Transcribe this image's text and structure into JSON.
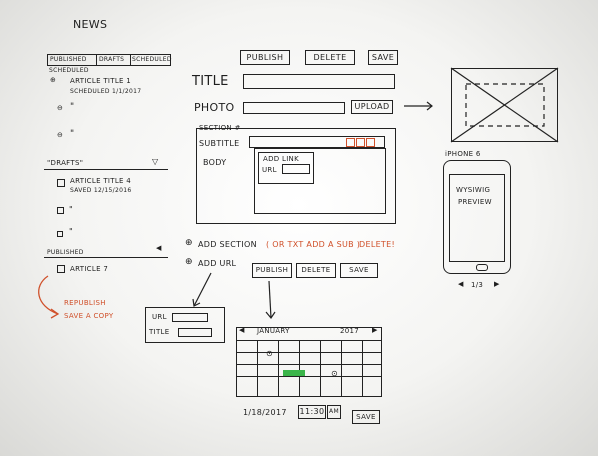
{
  "left_panel": {
    "title": "NEWS",
    "tabs": [
      "PUBLISHED",
      "DRAFTS",
      "SCHEDULED"
    ],
    "scheduled_label": "SCHEDULED",
    "scheduled_item": {
      "title": "ARTICLE TITLE 1",
      "meta": "SCHEDULED 1/1/2017"
    },
    "ditto": "\"",
    "drafts_dropdown": "\"DRAFTS\"",
    "draft_item": {
      "title": "ARTICLE TITLE 4",
      "meta": "SAVED 12/15/2016"
    },
    "published_dropdown": "PUBLISHED",
    "published_item": "ARTICLE 7",
    "republish_note": [
      "REPUBLISH",
      "SAVE A COPY"
    ]
  },
  "editor": {
    "publish_label": "PUBLISH",
    "delete_label": "DELETE",
    "save_label": "SAVE",
    "title_label": "TITLE",
    "photo_label": "PHOTO",
    "upload_label": "UPLOAD",
    "section_label": "SECTION #",
    "subtitle_label": "SUBTITLE",
    "body_label": "BODY",
    "add_link_label": "ADD LINK",
    "url_label": "URL",
    "add_section": "ADD SECTION",
    "add_section_note": "( OR TXT ADD A SUB )",
    "delete_note": "DELETE!",
    "add_url": "ADD URL",
    "bottom_publish": "PUBLISH",
    "bottom_delete": "DELETE",
    "bottom_save": "SAVE"
  },
  "url_popup": {
    "url_label": "URL",
    "title_label": "TITLE"
  },
  "calendar": {
    "month": "JANUARY",
    "year": "2017",
    "date": "1/18/2017",
    "time": "11:30",
    "ampm": "AM",
    "save_label": "SAVE"
  },
  "phone": {
    "label": "iPHONE 6",
    "preview_text": [
      "WYSIWIG",
      "PREVIEW"
    ],
    "pager": "1/3"
  },
  "colors": {
    "ink": "#222222",
    "red_ink": "#d0502a",
    "green_highlight": "#3bb54a"
  }
}
